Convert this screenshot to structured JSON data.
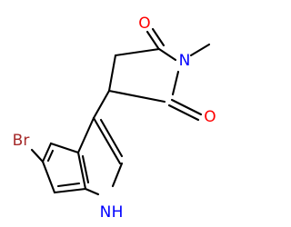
{
  "molecule": {
    "atoms": {
      "oxygen_top": {
        "text": "O",
        "color": "#ff0000"
      },
      "oxygen_right": {
        "text": "O",
        "color": "#ff0000"
      },
      "nitrogen_imide": {
        "text": "N",
        "color": "#0000ff"
      },
      "bromine": {
        "text": "Br",
        "color": "#a52a2a"
      },
      "nitrogen_indole": {
        "text": "N",
        "color": "#0000ff"
      },
      "hydrogen_indole": {
        "text": "H",
        "color": "#0000ff"
      }
    },
    "bond_color": "#000000"
  }
}
